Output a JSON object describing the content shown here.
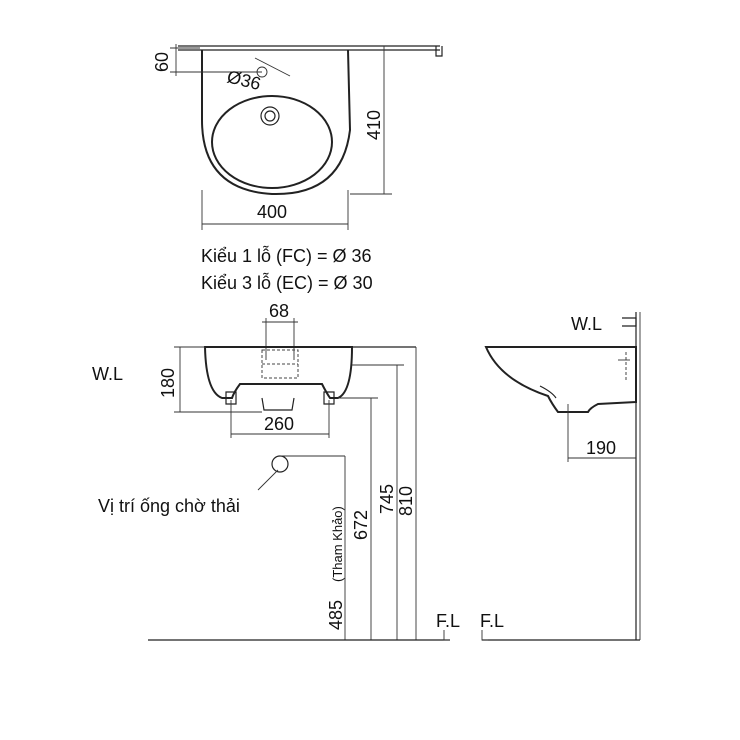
{
  "top_view": {
    "dim_width": "400",
    "dim_depth": "410",
    "dim_hole_offset": "60",
    "dim_hole_diameter": "Ø36"
  },
  "notes": {
    "line1": "Kiểu 1 lỗ (FC) = Ø 36",
    "line2": "Kiểu 3 lỗ (EC) = Ø 30"
  },
  "front_view": {
    "wl_label": "W.L",
    "dim_tap_width": "68",
    "dim_basin_height": "180",
    "dim_bracket_spacing": "260",
    "drain_label": "Vị trí ống chờ thải",
    "dim_drain_height": "485",
    "dim_drain_note": "(Tham Khảo)",
    "dim_672": "672",
    "dim_745": "745",
    "dim_810": "810",
    "fl_label": "F.L"
  },
  "side_view": {
    "wl_label": "W.L",
    "dim_projection": "190",
    "fl_label": "F.L"
  }
}
